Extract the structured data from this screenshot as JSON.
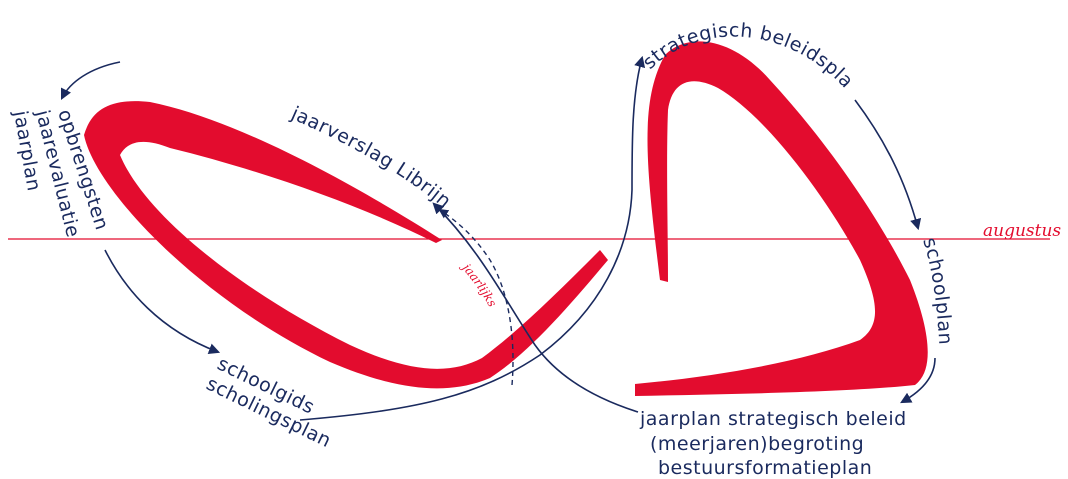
{
  "colors": {
    "red": "#e30c2e",
    "navy": "#1a2a5e"
  },
  "labels": {
    "augustus": "augustus",
    "jaarlijks": "jaarlijks",
    "jaarverslag": "jaarverslag Librijn",
    "left_stack": [
      "opbrengsten",
      "jaarevaluatie",
      "jaarplan"
    ],
    "bottom_left": [
      "schoolgids",
      "scholingsplan"
    ],
    "top_right": "strategisch beleidsplan",
    "right": "schoolplan",
    "bottom_right": [
      "jaarplan strategisch beleid",
      "(meerjaren)begroting",
      "bestuursformatieplan"
    ]
  }
}
